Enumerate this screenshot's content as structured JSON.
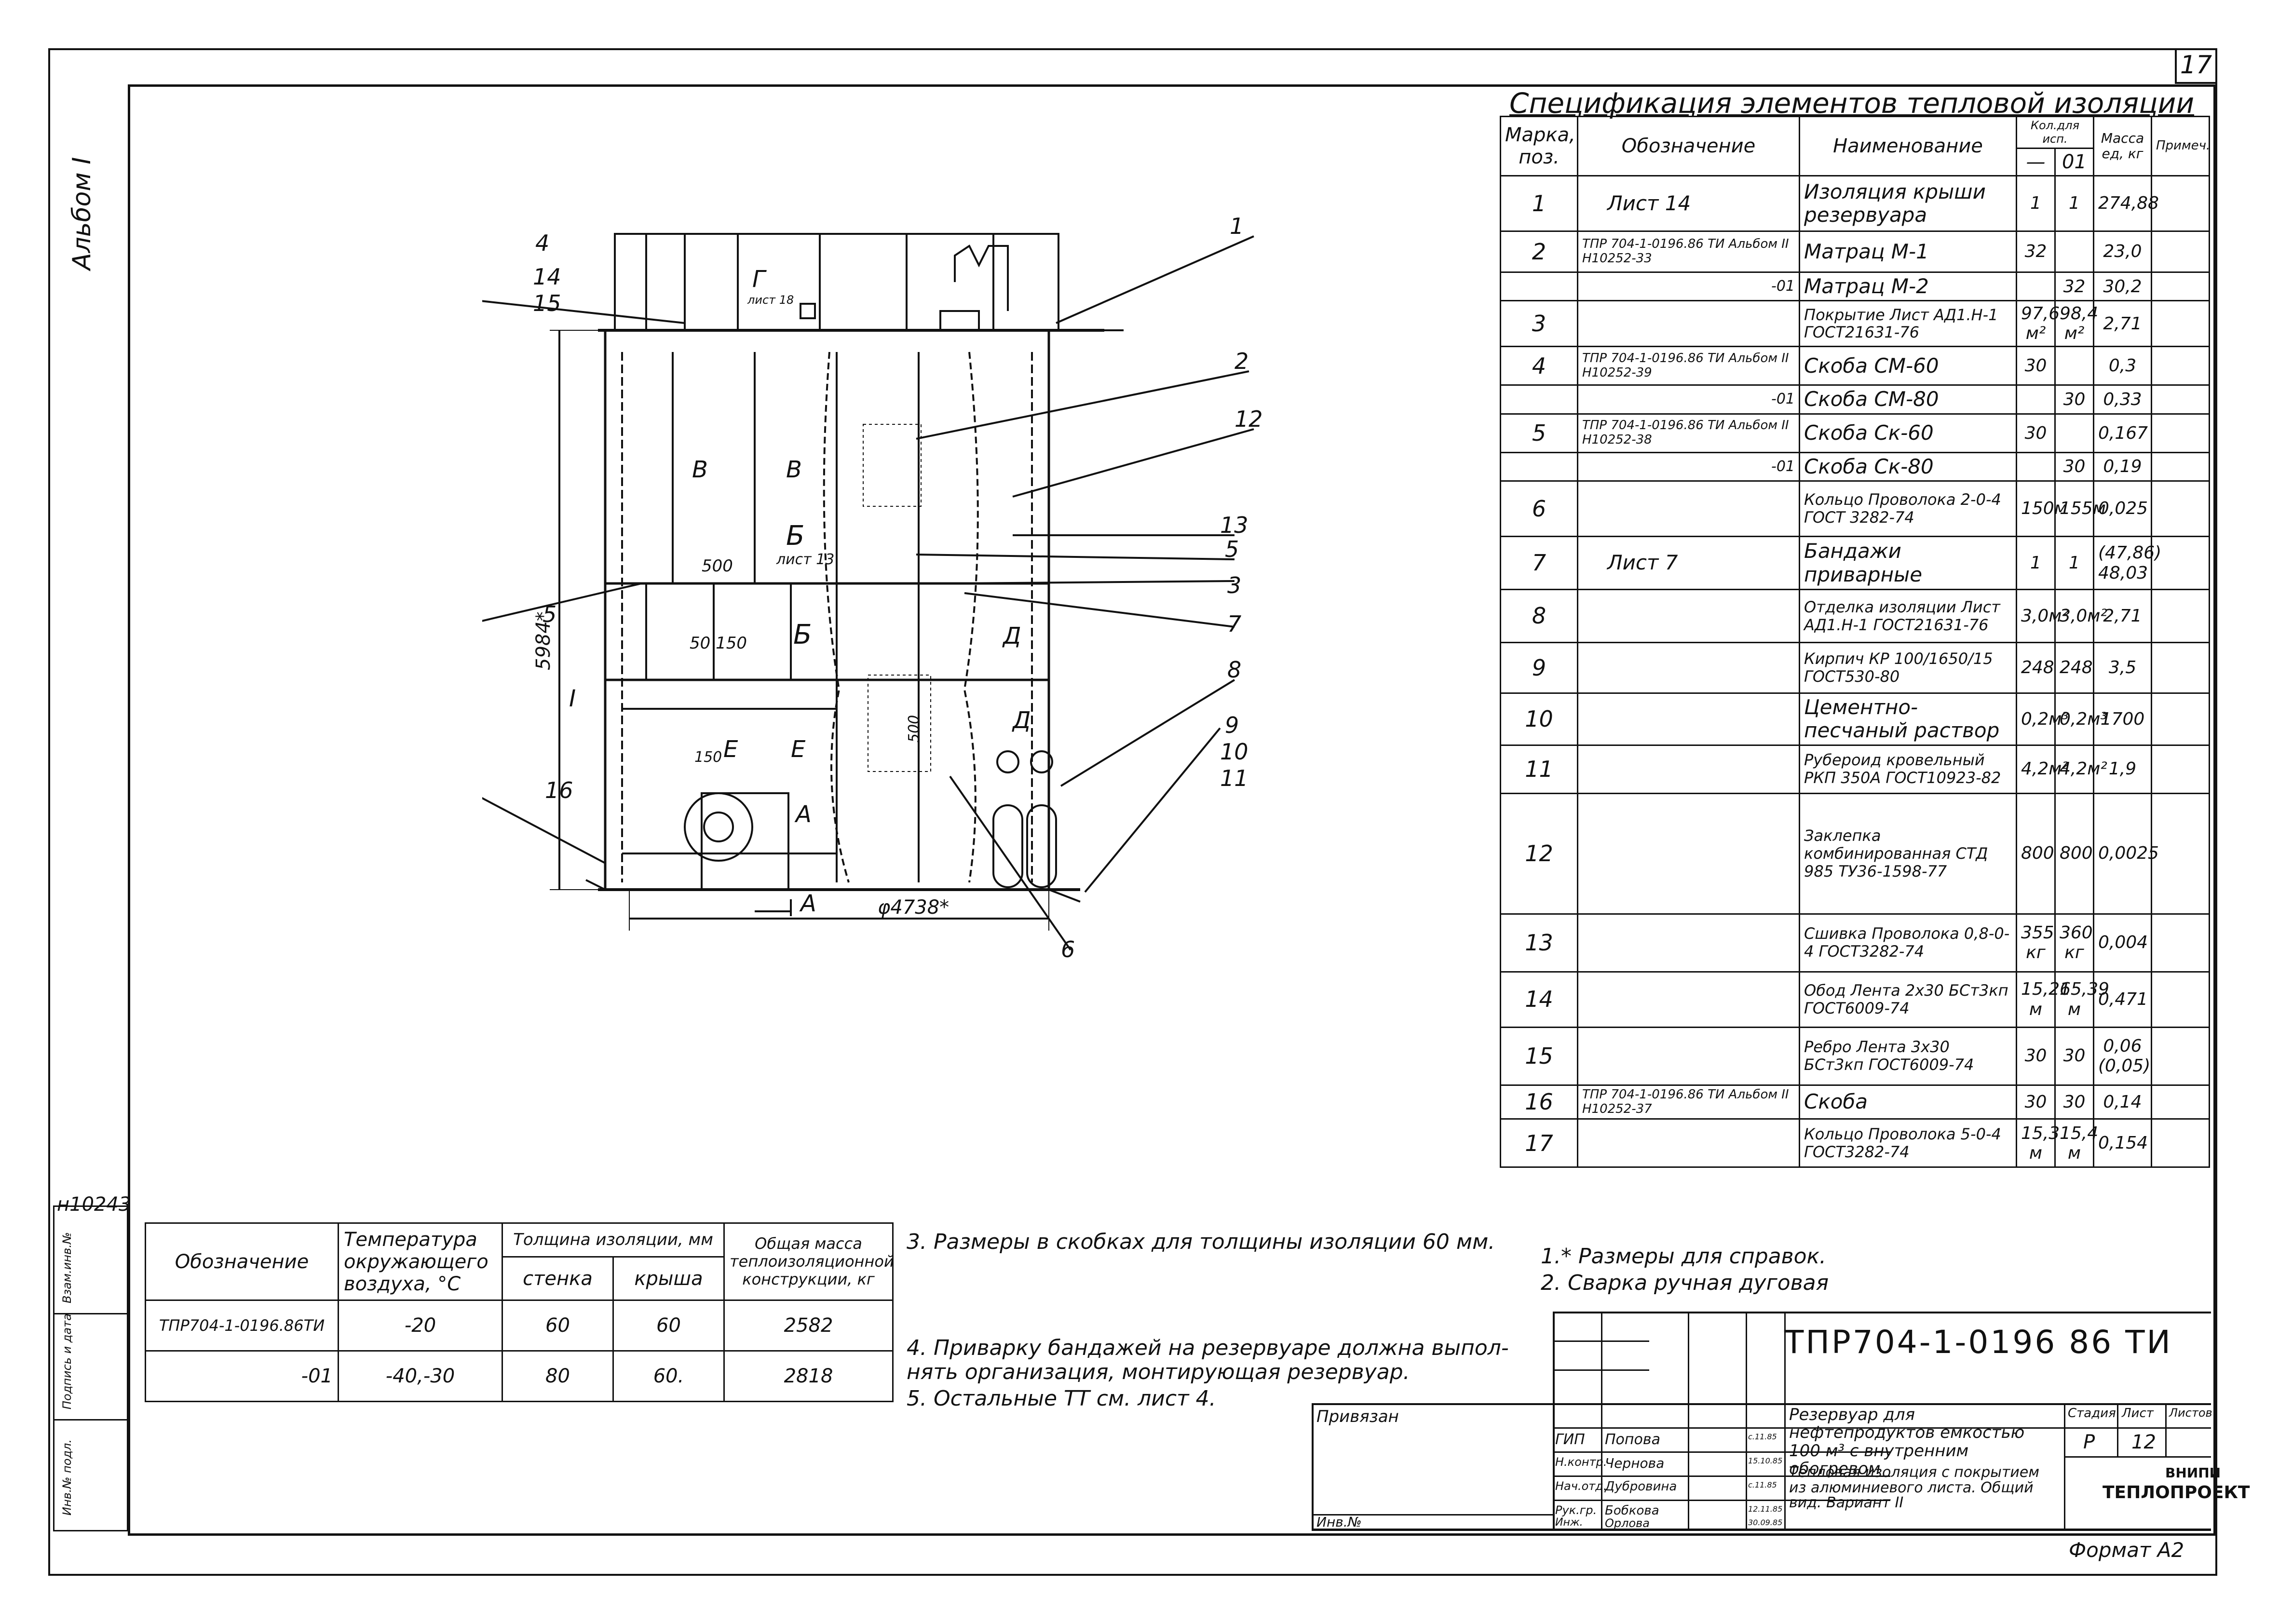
{
  "sheet_number": "17",
  "album": "Альбом I",
  "inventory_code": "н10243",
  "side_stamp": [
    "Инв.№ подл.",
    "Подпись и дата",
    "Взам.инв.№"
  ],
  "spec": {
    "title": "Спецификация элементов тепловой изоляции",
    "headers": {
      "mark": "Марка, поз.",
      "designation": "Обозначение",
      "name": "Наименование",
      "qty": "Кол.для исп.",
      "qty_a": "—",
      "qty_b": "01",
      "mass": "Масса ед, кг",
      "note": "Примеч."
    },
    "rows": [
      {
        "pos": "1",
        "designation": "Лист 14",
        "name": "Изоляция крыши резервуара",
        "q1": "1",
        "q2": "1",
        "mass": "274,88"
      },
      {
        "pos": "2",
        "designation": "ТПР 704-1-0196.86 ТИ Альбом II Н10252-33",
        "name": "Матрац М-1",
        "q1": "32",
        "q2": "",
        "mass": "23,0"
      },
      {
        "pos": "",
        "designation": "-01",
        "name": "Матрац М-2",
        "q1": "",
        "q2": "32",
        "mass": "30,2"
      },
      {
        "pos": "3",
        "designation": "",
        "name": "Покрытие Лист АД1.Н-1 ГОСТ21631-76",
        "q1": "97,6 м²",
        "q2": "98,4 м²",
        "mass": "2,71"
      },
      {
        "pos": "4",
        "designation": "ТПР 704-1-0196.86 ТИ Альбом II Н10252-39",
        "name": "Скоба СМ-60",
        "q1": "30",
        "q2": "",
        "mass": "0,3"
      },
      {
        "pos": "",
        "designation": "-01",
        "name": "Скоба СМ-80",
        "q1": "",
        "q2": "30",
        "mass": "0,33"
      },
      {
        "pos": "5",
        "designation": "ТПР 704-1-0196.86 ТИ Альбом II Н10252-38",
        "name": "Скоба Ск-60",
        "q1": "30",
        "q2": "",
        "mass": "0,167"
      },
      {
        "pos": "",
        "designation": "-01",
        "name": "Скоба Ск-80",
        "q1": "",
        "q2": "30",
        "mass": "0,19"
      },
      {
        "pos": "6",
        "designation": "",
        "name": "Кольцо Проволока 2-0-4 ГОСТ 3282-74",
        "q1": "150м",
        "q2": "155м",
        "mass": "0,025"
      },
      {
        "pos": "7",
        "designation": "Лист 7",
        "name": "Бандажи приварные",
        "q1": "1",
        "q2": "1",
        "mass": "(47,86) 48,03"
      },
      {
        "pos": "8",
        "designation": "",
        "name": "Отделка изоляции Лист АД1.Н-1 ГОСТ21631-76",
        "q1": "3,0м²",
        "q2": "3,0м²",
        "mass": "2,71"
      },
      {
        "pos": "9",
        "designation": "",
        "name": "Кирпич КР 100/1650/15 ГОСТ530-80",
        "q1": "248",
        "q2": "248",
        "mass": "3,5"
      },
      {
        "pos": "10",
        "designation": "",
        "name": "Цементно-песчаный раствор",
        "q1": "0,2м³",
        "q2": "0,2м³",
        "mass": "1700"
      },
      {
        "pos": "11",
        "designation": "",
        "name": "Рубероид кровельный РКП 350А ГОСТ10923-82",
        "q1": "4,2м²",
        "q2": "4,2м²",
        "mass": "1,9"
      },
      {
        "pos": "12",
        "designation": "",
        "name": "Заклепка комбинированная СТД 985 ТУ36-1598-77",
        "q1": "800",
        "q2": "800",
        "mass": "0,0025"
      },
      {
        "pos": "13",
        "designation": "",
        "name": "Сшивка Проволока 0,8-0-4 ГОСТ3282-74",
        "q1": "355 кг",
        "q2": "360 кг",
        "mass": "0,004"
      },
      {
        "pos": "14",
        "designation": "",
        "name": "Обод Лента 2х30 БСт3кп ГОСТ6009-74",
        "q1": "15,26 м",
        "q2": "15,39 м",
        "mass": "0,471"
      },
      {
        "pos": "15",
        "designation": "",
        "name": "Ребро Лента 3х30 БСт3кп ГОСТ6009-74",
        "q1": "30",
        "q2": "30",
        "mass": "0,06 (0,05)"
      },
      {
        "pos": "16",
        "designation": "ТПР 704-1-0196.86 ТИ Альбом II Н10252-37",
        "name": "Скоба",
        "q1": "30",
        "q2": "30",
        "mass": "0,14"
      },
      {
        "pos": "17",
        "designation": "",
        "name": "Кольцо Проволока 5-0-4 ГОСТ3282-74",
        "q1": "15,3 м",
        "q2": "15,4 м",
        "mass": "0,154"
      }
    ]
  },
  "insulation_table": {
    "h_designation": "Обозначение",
    "h_temperature": "Температура окружающего воздуха, °С",
    "h_thickness": "Толщина изоляции, мм",
    "h_wall": "стенка",
    "h_roof": "крыша",
    "h_mass": "Общая масса теплоизоляционной конструкции, кг",
    "rows": [
      {
        "designation": "ТПР704-1-0196.86ТИ",
        "temp": "-20",
        "wall": "60",
        "roof": "60",
        "mass": "2582"
      },
      {
        "designation": "-01",
        "temp": "-40,-30",
        "wall": "80",
        "roof": "60.",
        "mass": "2818"
      }
    ]
  },
  "notes": {
    "n1": "1.* Размеры для справок.",
    "n2": "2. Сварка ручная дуговая",
    "n3": "3. Размеры в скобках для толщины изоляции 60 мм.",
    "n4a": "4. Приварку бандажей на резервуаре должна выпол-",
    "n4b": "нять организация, монтирующая резервуар.",
    "n5": "5. Остальные ТТ см. лист 4."
  },
  "drawing": {
    "dim_height": "5984*",
    "dim_diameter": "φ4738*",
    "dim_500a": "500",
    "dim_50_150": "50 150",
    "dim_150": "150",
    "dim_500b": "500",
    "sheet_ref": "лист 13",
    "sheet_ref_18": "лист 18",
    "callouts_left": [
      "4",
      "14",
      "15",
      "5",
      "16"
    ],
    "callouts_right": [
      "1",
      "2",
      "12",
      "13",
      "5",
      "3",
      "7",
      "8",
      "9",
      "10",
      "11",
      "6"
    ],
    "sections": [
      "Г",
      "В",
      "В",
      "Б",
      "Б",
      "Д",
      "Д",
      "Е",
      "Е",
      "А",
      "А",
      "I"
    ]
  },
  "title_block": {
    "code": "ТПР704-1-0196 86   ТИ",
    "privyazan": "Привязан",
    "inv": "Инв.№",
    "roles": [
      "ГИП",
      "Н.контр.",
      "Нач.отд.",
      "Рук.гр.",
      "Инж."
    ],
    "names": [
      "Попова",
      "Чернова",
      "Дубровина",
      "Бобкова",
      "Орлова"
    ],
    "dates": [
      "с.11.85",
      "15.10.85",
      "с.11.85",
      "12.11.85",
      "30.09.85"
    ],
    "project": "Резервуар для нефтепродуктов емкостью 100 м³ с внутренним обогревом",
    "sheet_title": "Тепловая изоляция с покрытием из алюминиевого листа. Общий вид. Вариант II",
    "stage_label": "Стадия",
    "sheet_label": "Лист",
    "sheets_label": "Листов",
    "stage": "Р",
    "sheet": "12",
    "org1": "ВНИПИ",
    "org2": "ТЕПЛОПРОЕКТ"
  },
  "format": "Формат А2"
}
